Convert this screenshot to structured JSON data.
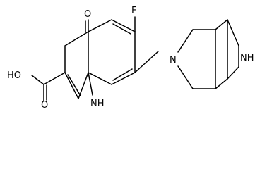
{
  "molecule": {
    "labels": {
      "fluorine": "F",
      "ketone_oxygen": "O",
      "hydroxyl": "HO",
      "carbonyl_oxygen": "O",
      "ring_nh": "NH",
      "bridged_n": "N",
      "bridge_nh": "NH"
    }
  }
}
